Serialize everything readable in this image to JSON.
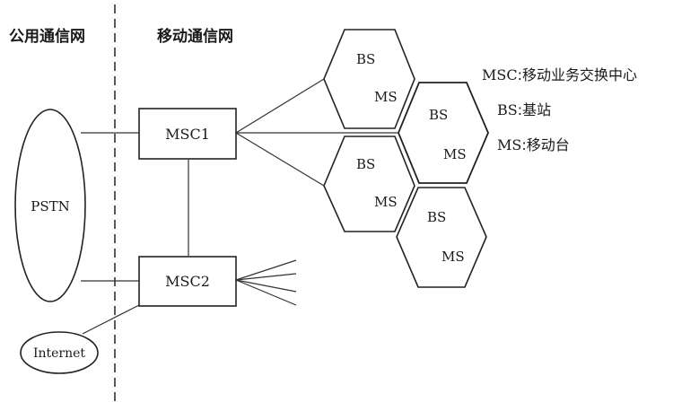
{
  "headers": {
    "public_network": "公用通信网",
    "mobile_network": "移动通信网"
  },
  "nodes": {
    "pstn": "PSTN",
    "internet": "Internet",
    "msc1": "MSC1",
    "msc2": "MSC2"
  },
  "cells": [
    {
      "bs": "BS",
      "ms": "MS"
    },
    {
      "bs": "BS",
      "ms": "MS"
    },
    {
      "bs": "BS",
      "ms": "MS"
    },
    {
      "bs": "BS",
      "ms": "MS"
    }
  ],
  "legend": {
    "msc": {
      "abbr": "MSC",
      "desc": "移动业务交换中心"
    },
    "bs": {
      "abbr": "BS",
      "desc": "基站"
    },
    "ms": {
      "abbr": "MS",
      "desc": "移动台"
    }
  }
}
